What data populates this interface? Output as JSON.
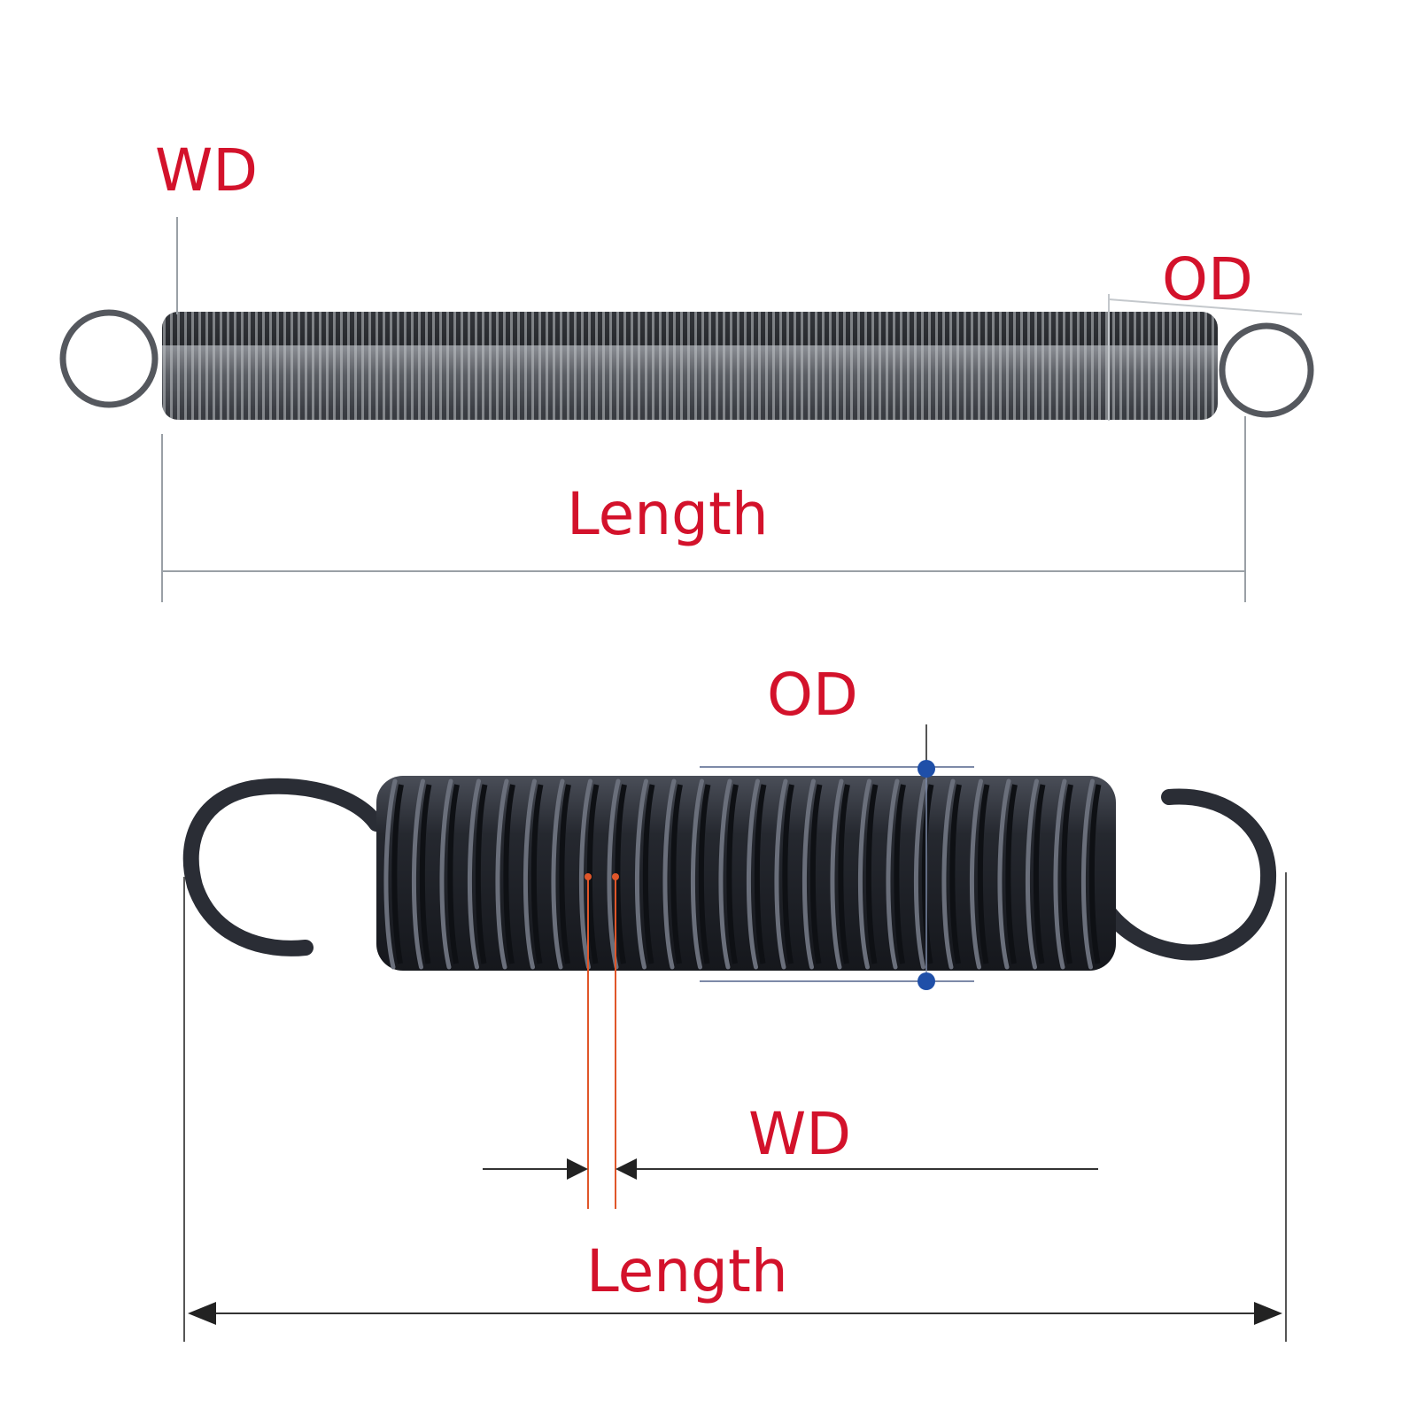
{
  "labels": {
    "top_wd": "WD",
    "top_od": "OD",
    "top_length": "Length",
    "bottom_od": "OD",
    "bottom_wd": "WD",
    "bottom_length": "Length"
  },
  "colors": {
    "label_red": "#d3122b",
    "spring_steel": "#3a3d42",
    "dimension_line": "#9aa0a6",
    "marker_blue": "#1f4fa8"
  }
}
